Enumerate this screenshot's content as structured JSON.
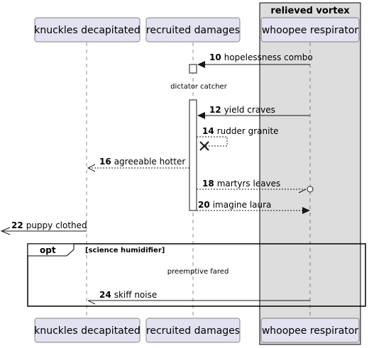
{
  "box": {
    "label": "relieved vortex"
  },
  "participants": {
    "p1": "knuckles decapitated",
    "p2": "recruited damages",
    "p3": "whoopee respirator"
  },
  "messages": [
    {
      "num": "10",
      "text": "hopelessness combo"
    },
    {
      "num": "12",
      "text": "yield craves"
    },
    {
      "num": "14",
      "text": "rudder granite"
    },
    {
      "num": "16",
      "text": "agreeable hotter"
    },
    {
      "num": "18",
      "text": "martyrs leaves"
    },
    {
      "num": "20",
      "text": "imagine laura"
    },
    {
      "num": "22",
      "text": "puppy clothed"
    },
    {
      "num": "24",
      "text": "skiff noise"
    }
  ],
  "dividers": {
    "d1": "dictator catcher",
    "d2": "preemptive fared"
  },
  "fragment": {
    "keyword": "opt",
    "guard": "[science humidifier]"
  },
  "colors": {
    "participant_fill": "#E2E2F0",
    "box_fill": "#DDDDDD",
    "line": "#181818"
  }
}
